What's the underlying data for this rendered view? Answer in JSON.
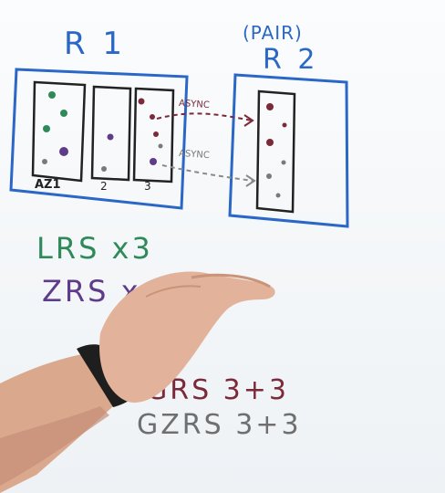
{
  "title_r1": "R 1",
  "title_pair": "(PAIR)",
  "title_r2": "R 2",
  "zone_labels": [
    "AZ1",
    "2",
    "3"
  ],
  "async_labels": [
    "ASYNC",
    "ASYNC"
  ],
  "lines": {
    "lrs": "LRS x3",
    "zrs": "ZRS x",
    "grs": "GRS 3+3",
    "gzrs": "GZRS 3+3"
  },
  "colors": {
    "marker_blue": "#2a67c6",
    "marker_green": "#2f8a5a",
    "marker_purple": "#5e3c8a",
    "marker_maroon": "#7b2a3a",
    "marker_gray": "#7a7a7a"
  }
}
